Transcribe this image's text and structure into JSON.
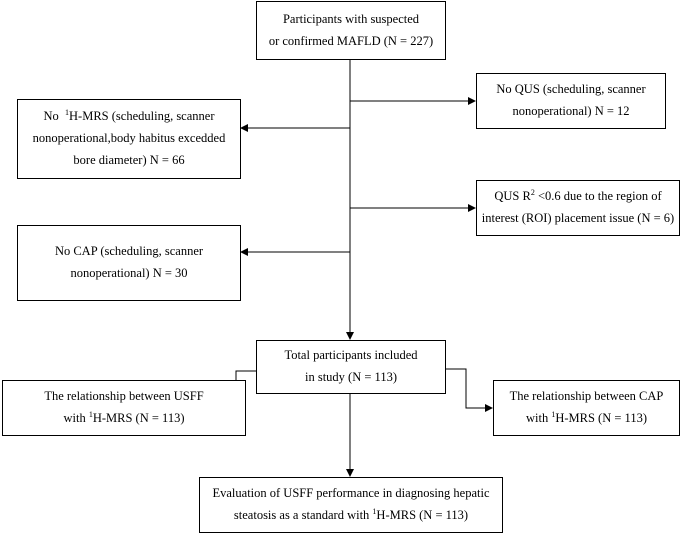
{
  "boxes": {
    "participants": {
      "lines": [
        "Participants with suspected",
        "or confirmed MAFLD (N = 227)"
      ]
    },
    "no_qus": {
      "lines": [
        "No  QUS (scheduling, scanner",
        "nonoperational) N = 12"
      ]
    },
    "no_mrs": {
      "line1_pre": "No  ",
      "line1_sup": "1",
      "line1_post": "H-MRS (scheduling, scanner",
      "line2": "nonoperational,body habitus excedded",
      "line3": "bore diameter) N = 66"
    },
    "qus_r2": {
      "line1_pre": "QUS R",
      "line1_sup": "2",
      "line1_post": " <0.6 due to the region of",
      "line2": "interest (ROI) placement issue (N = 6)"
    },
    "no_cap": {
      "lines": [
        "No  CAP (scheduling, scanner",
        "nonoperational) N = 30"
      ]
    },
    "total": {
      "lines": [
        "Total participants included",
        "in study (N = 113)"
      ]
    },
    "usff_rel": {
      "line1": "The relationship between USFF",
      "line2_pre": "with ",
      "line2_sup": "1",
      "line2_post": "H-MRS (N = 113)"
    },
    "cap_rel": {
      "line1": "The relationship between CAP",
      "line2_pre": "with ",
      "line2_sup": "1",
      "line2_post": "H-MRS (N = 113)"
    },
    "evaluation": {
      "line1": "Evaluation of USFF performance in diagnosing hepatic",
      "line2_pre": "steatosis as a standard with ",
      "line2_sup": "1",
      "line2_post": "H-MRS (N = 113)"
    }
  }
}
